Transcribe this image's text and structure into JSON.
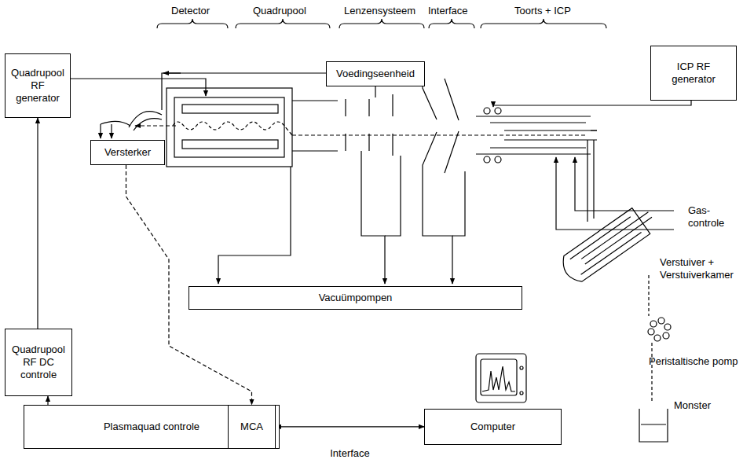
{
  "diagram": {
    "nodes": [
      {
        "text": [
          "Quadrupool RF generator"
        ]
      },
      {
        "text": [
          "Voedingseenheid"
        ]
      },
      {
        "text": [
          "ICP RF generator"
        ]
      },
      {
        "text": [
          "Versterker"
        ]
      },
      {
        "text": [
          "Vacuümpompen"
        ]
      },
      {
        "text": [
          "Quadrupool RF DC controle"
        ]
      },
      {
        "text": [
          "Plasmaquad controle"
        ]
      },
      {
        "text": [
          "MCA"
        ],
        "in": 6
      },
      {
        "text": [
          "Computer"
        ]
      }
    ],
    "edges": [
      {
        "from": 5,
        "to": 0,
        "arrow": "to"
      },
      {
        "from": 6,
        "to": 5,
        "arrow": "to"
      },
      {
        "from": 3,
        "to": 7,
        "arrow": "to"
      },
      {
        "from": 7,
        "to": 8,
        "label": "Interface",
        "arrow": "both"
      }
    ],
    "labels": [
      "Detector",
      "Quadrupool",
      "Lenzensysteem",
      "Interface",
      "Toorts + ICP",
      "Gas- controle",
      "Verstuiver + Verstuiverkamer",
      "Peristaltische pomp",
      "Monster"
    ]
  }
}
